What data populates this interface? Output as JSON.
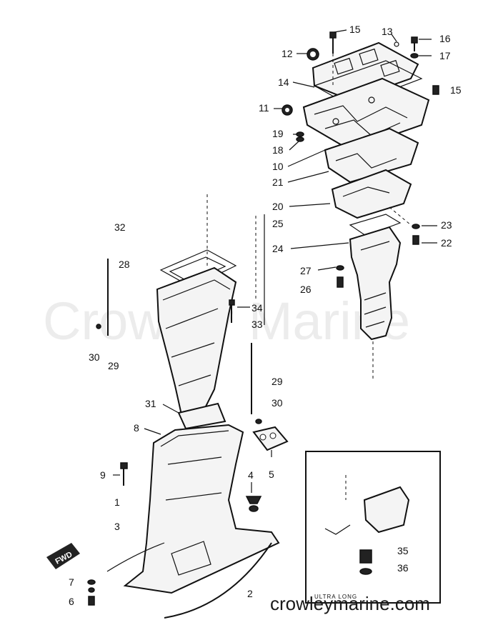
{
  "watermark": "Crowley Marine",
  "website": "crowleymarine.com",
  "inset_label": "ULTRA LONG",
  "fwd_badge": "FWD",
  "labels": [
    "15",
    "13",
    "16",
    "12",
    "17",
    "14",
    "15",
    "11",
    "19",
    "18",
    "10",
    "21",
    "20",
    "23",
    "25",
    "22",
    "24",
    "27",
    "26",
    "32",
    "28",
    "34",
    "33",
    "30",
    "29",
    "29",
    "30",
    "31",
    "8",
    "5",
    "9",
    "4",
    "1",
    "3",
    "35",
    "36",
    "7",
    "6",
    "2"
  ]
}
